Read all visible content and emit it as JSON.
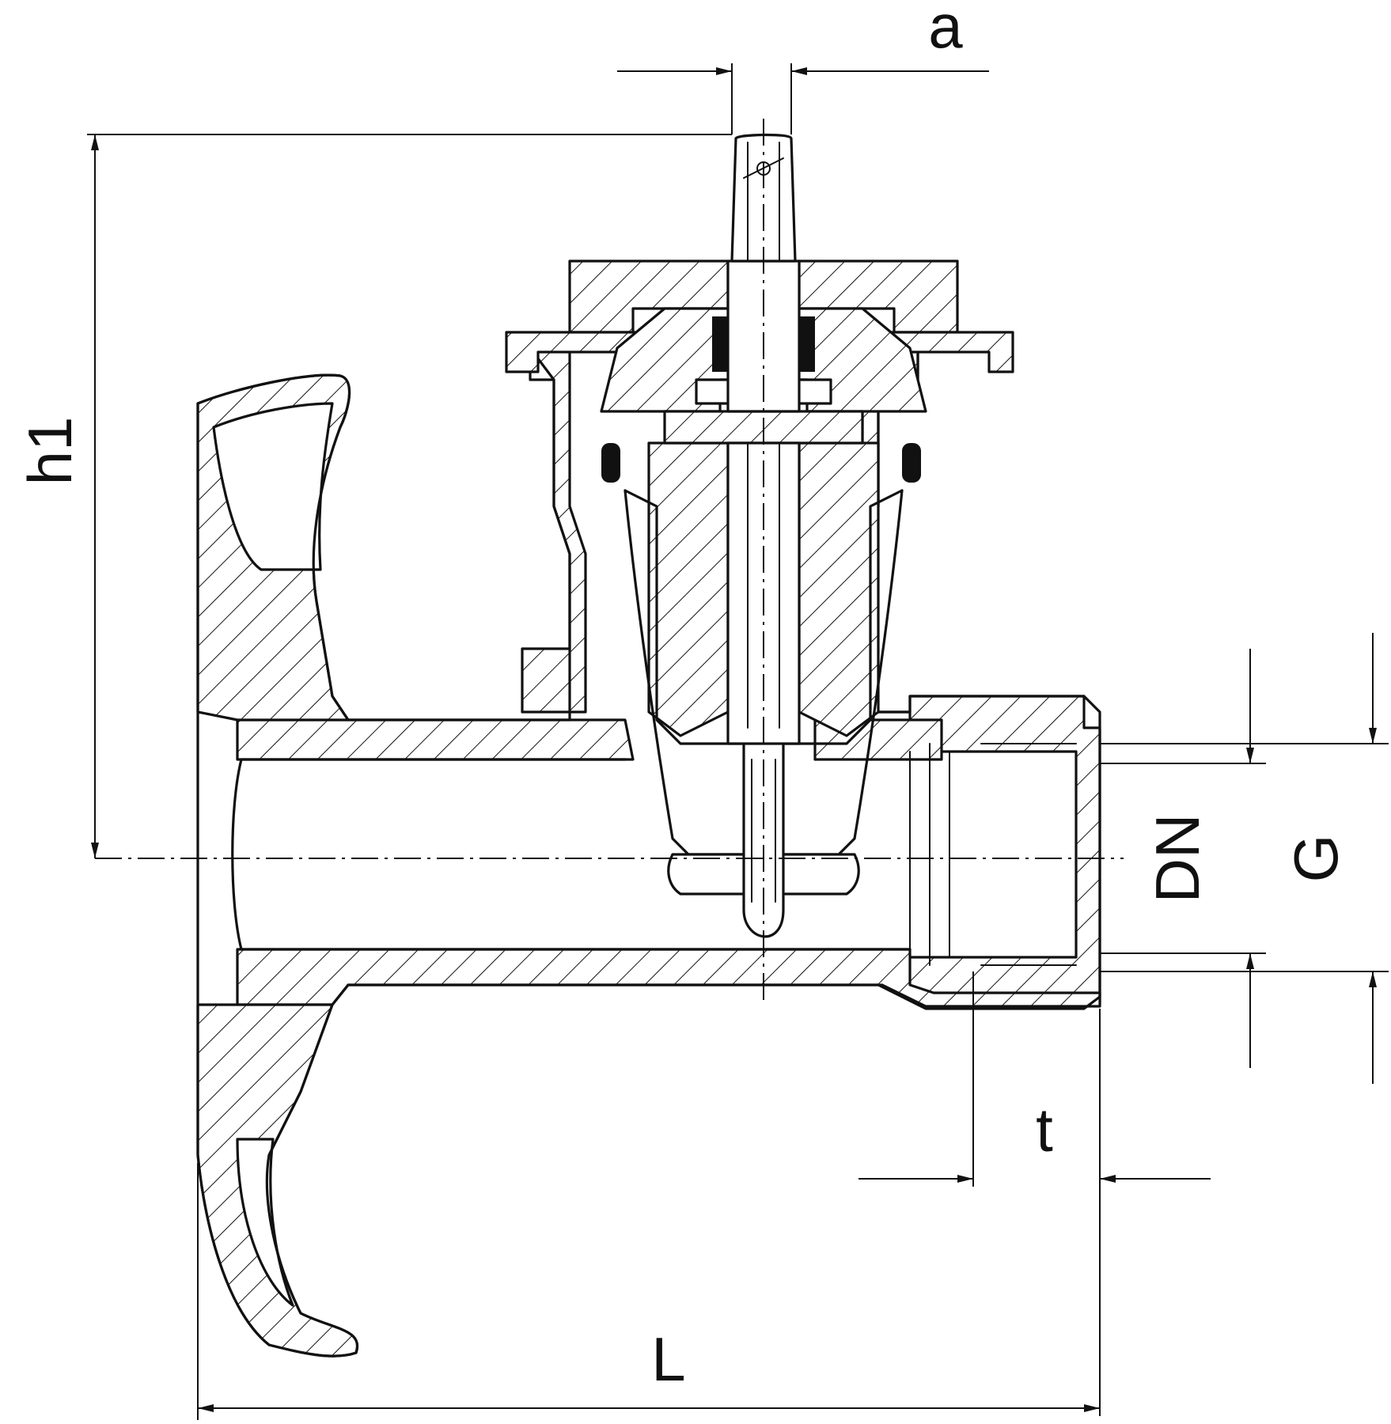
{
  "drawing": {
    "dimension_labels": {
      "a": "a",
      "h1": "h1",
      "DN": "DN",
      "G": "G",
      "t": "t",
      "L": "L"
    }
  }
}
